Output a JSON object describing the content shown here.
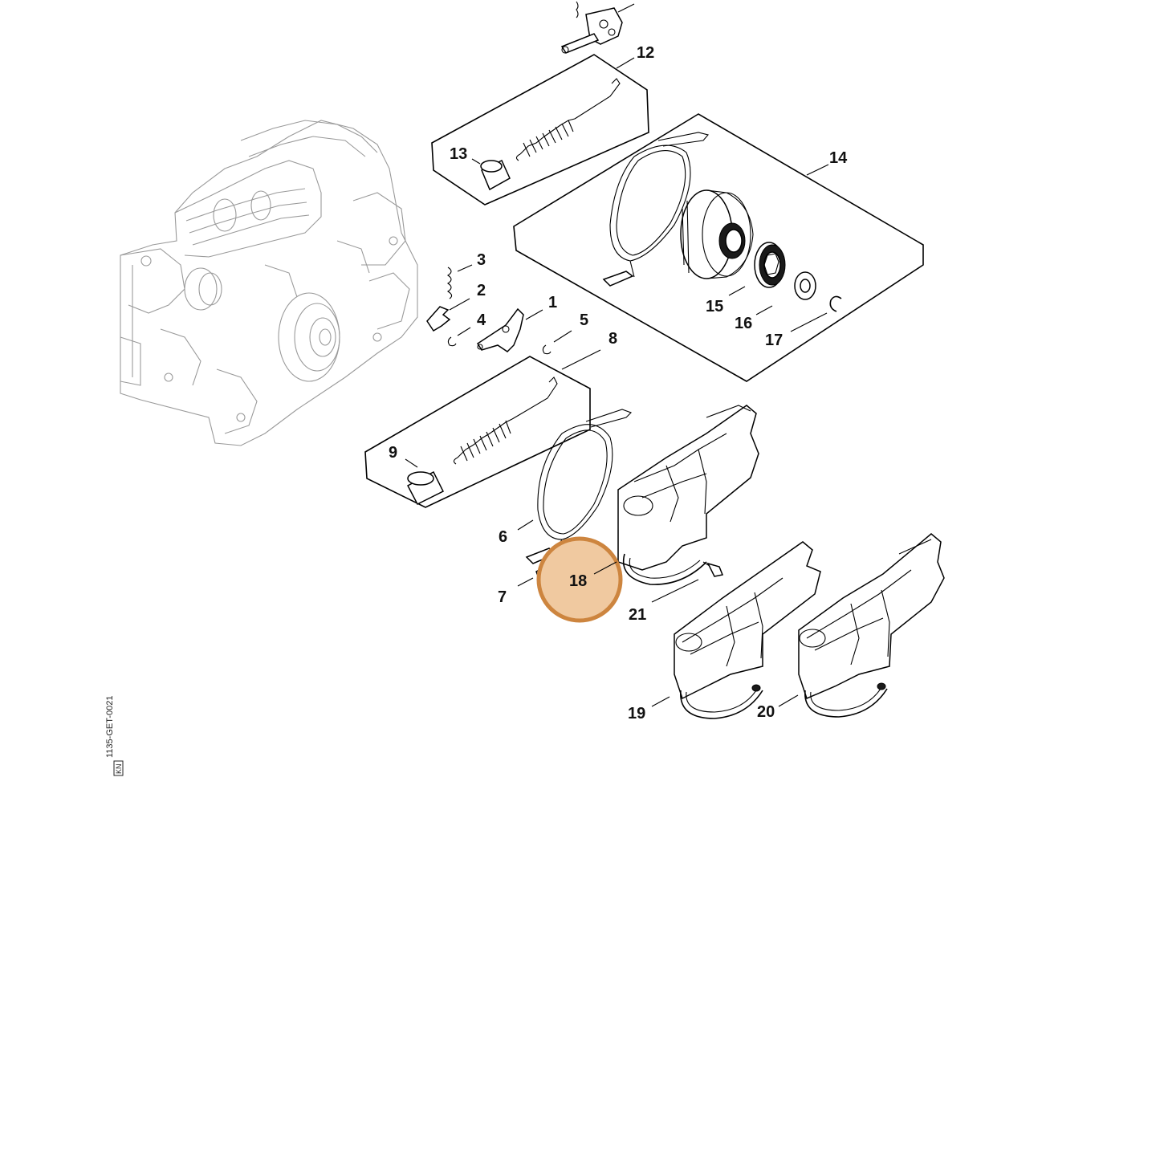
{
  "labels": {
    "p1": "1",
    "p2": "2",
    "p3": "3",
    "p4": "4",
    "p5": "5",
    "p6": "6",
    "p7": "7",
    "p8": "8",
    "p9": "9",
    "p12": "12",
    "p13": "13",
    "p14": "14",
    "p15": "15",
    "p16": "16",
    "p17": "17",
    "p18": "18",
    "p19": "19",
    "p20": "20",
    "p21": "21"
  },
  "highlight": {
    "part": "18",
    "color": "#cd853f",
    "fill": "#f0c9a0"
  },
  "doc_code": "1135-GET-0021",
  "doc_code_box": "KN"
}
